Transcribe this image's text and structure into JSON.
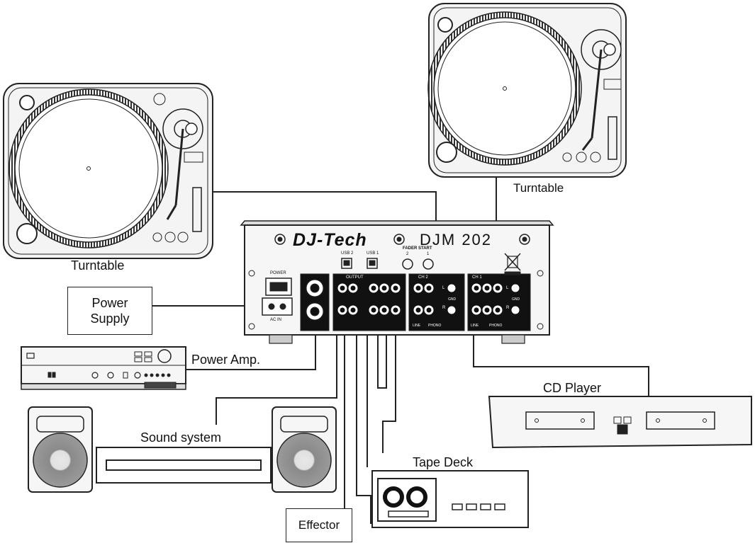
{
  "labels": {
    "turntable_left": "Turntable",
    "turntable_right": "Turntable",
    "power_supply": "Power\nSupply",
    "power_amp": "Power Amp.",
    "sound_system": "Sound system",
    "cd_player": "CD Player",
    "tape_deck": "Tape Deck",
    "effector": "Effector"
  },
  "mixer": {
    "brand": "DJ-Tech",
    "model": "DJM 202",
    "usb2": "USB 2",
    "usb1": "USB 1",
    "fader_start": "FADER START",
    "fader_2": "2",
    "fader_1": "1",
    "power": "POWER",
    "ac_in": "AC IN",
    "output": "OUTPUT",
    "ch2": "CH 2",
    "ch1": "CH 1",
    "l": "L",
    "r": "R",
    "gnd": "GND",
    "phono": "PHONO",
    "line": "LINE"
  },
  "icons": [
    "turntable-icon",
    "mixer-icon",
    "amplifier-icon",
    "speaker-icon",
    "cd-player-icon",
    "tape-deck-icon",
    "recycle-bin-icon"
  ]
}
